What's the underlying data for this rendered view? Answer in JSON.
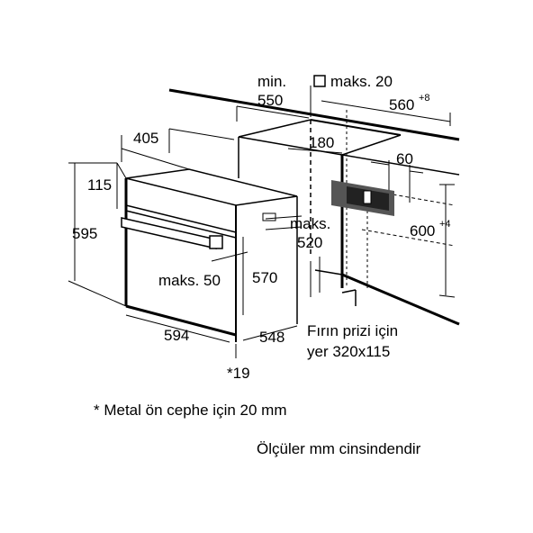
{
  "dimensions": {
    "min_label": "min.",
    "min_value": "550",
    "maks20": "maks. 20",
    "v560": "560",
    "v560_tol": "+8",
    "v405": "405",
    "v180": "180",
    "v60": "60",
    "v115": "115",
    "v595": "595",
    "maks_label": "maks.",
    "maks520": "520",
    "v600": "600",
    "v600_tol": "+4",
    "maks50": "maks. 50",
    "v570": "570",
    "v594": "594",
    "v548": "548",
    "star19": "*19",
    "socket_line1": "Fırın prizi için",
    "socket_line2": "yer 320x115"
  },
  "notes": {
    "footnote": "* Metal ön cephe için 20 mm",
    "units": "Ölçüler mm cinsindendir"
  }
}
